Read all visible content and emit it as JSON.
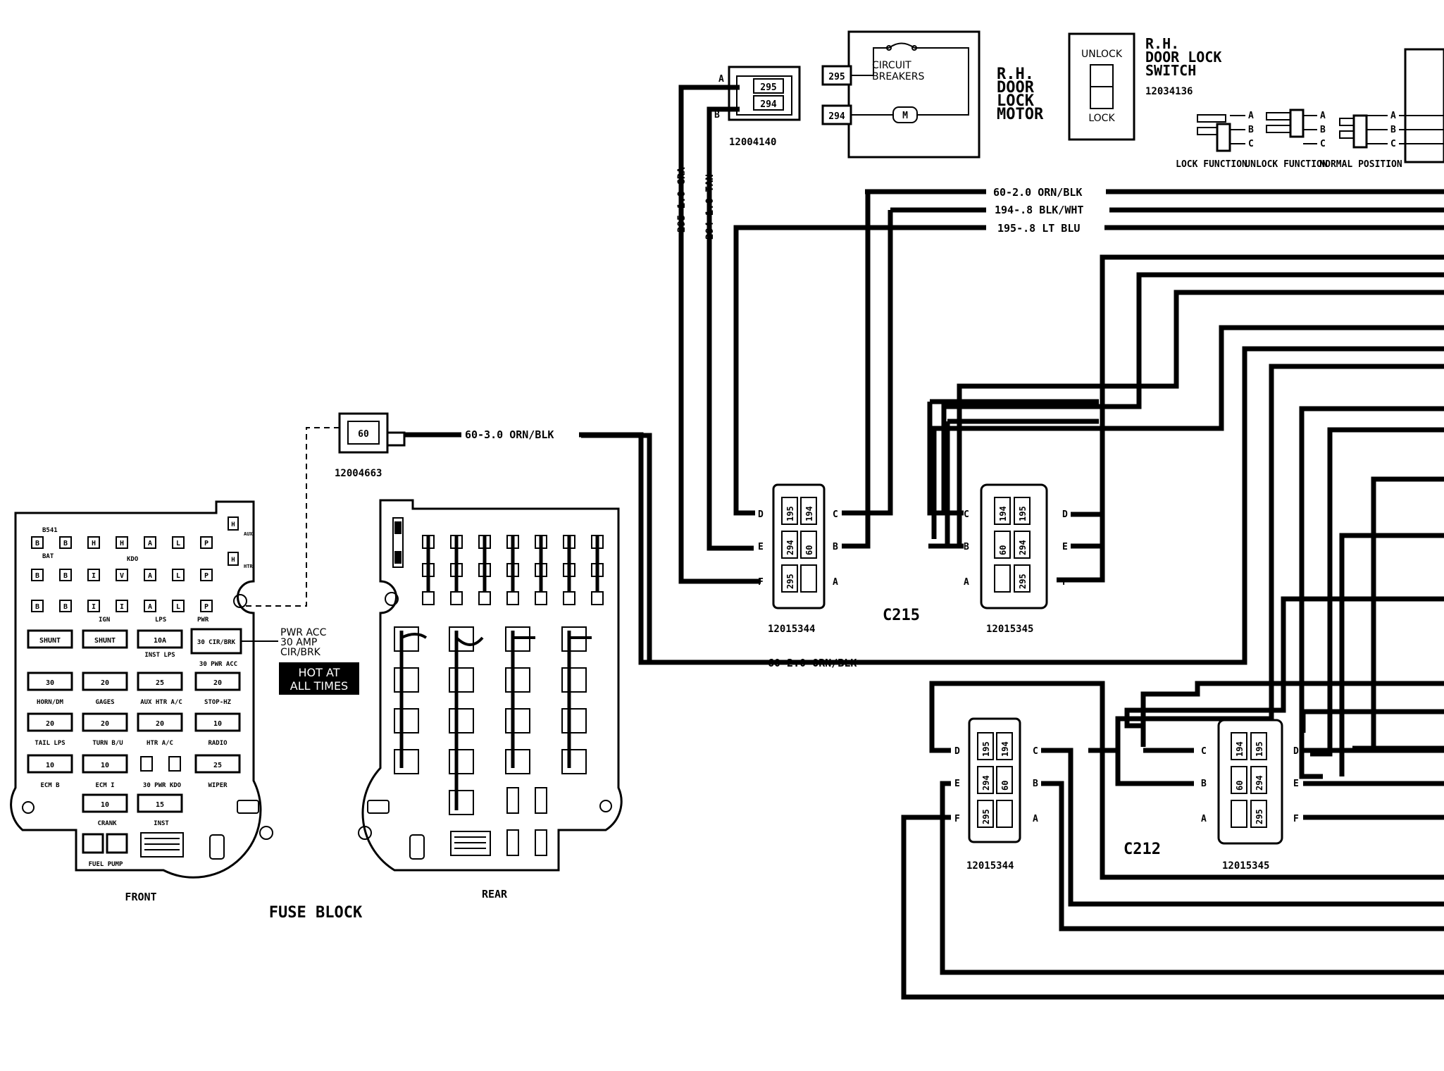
{
  "components": {
    "motor_connector": {
      "part": "12004140",
      "pin_a": "A",
      "pin_b": "B",
      "cav1": "295",
      "cav2": "294"
    },
    "motor": {
      "title_lines": [
        "R.H.",
        "DOOR",
        "LOCK",
        "MOTOR"
      ],
      "breaker_label_1": "CIRCUIT",
      "breaker_label_2": "BREAKERS",
      "terminal_top": "295",
      "terminal_bottom": "294",
      "motor_symbol": "M"
    },
    "switch": {
      "title_lines": [
        "R.H.",
        "DOOR LOCK",
        "SWITCH"
      ],
      "part": "12034136",
      "unlock": "UNLOCK",
      "lock": "LOCK",
      "functions": [
        "LOCK FUNCTION",
        "UNLOCK FUNCTION",
        "NORMAL POSITION"
      ],
      "pins": [
        "A",
        "B",
        "C"
      ]
    },
    "fuse_connector": {
      "part": "12004663",
      "cavity": "60"
    },
    "c215": {
      "name": "C215",
      "left_part": "12015344",
      "right_part": "12015345"
    },
    "c212": {
      "name": "C212",
      "left_part": "12015344",
      "right_part": "12015345"
    },
    "pins": {
      "a": "A",
      "b": "B",
      "c": "C",
      "d": "D",
      "e": "E",
      "f": "F"
    },
    "cavities": {
      "c60": "60",
      "c194": "194",
      "c195": "195",
      "c294": "294",
      "c295": "295"
    }
  },
  "wires": {
    "w295": "295-1.0 GRA",
    "w294": "294-1.0 TAN",
    "w60_top": "60-2.0 ORN/BLK",
    "w194": "194-.8 BLK/WHT",
    "w195": "195-.8 LT BLU",
    "w60_fuse": "60-3.0 ORN/BLK",
    "w60_mid": "60-2.0 ORN/BLK"
  },
  "fuse_block": {
    "title": "FUSE BLOCK",
    "front": "FRONT",
    "rear": "REAR",
    "side_labels": [
      "H",
      "AUX",
      "H",
      "HTR"
    ],
    "top_labels": [
      "B541",
      "BAT",
      "KDO",
      "IGN",
      "LPS",
      "PWR"
    ],
    "relay_row1": [
      "B",
      "B",
      "H",
      "H",
      "A",
      "L",
      "P"
    ],
    "relay_row2": [
      "B",
      "B",
      "I",
      "V",
      "A",
      "L",
      "P"
    ],
    "relay_row3": [
      "B",
      "B",
      "I",
      "I",
      "A",
      "L",
      "P"
    ],
    "fuses_row1": [
      "SHUNT",
      "SHUNT",
      "10A",
      "30 CIR/BRK"
    ],
    "fuses_row1_labels": [
      "",
      "",
      "INST LPS",
      "30 PWR ACC"
    ],
    "fuses_row2": [
      "30",
      "20",
      "25",
      "20"
    ],
    "fuses_row2_labels": [
      "HORN/DM",
      "GAGES",
      "AUX HTR A/C",
      "STOP-HZ"
    ],
    "fuses_row3": [
      "20",
      "20",
      "20",
      "10"
    ],
    "fuses_row3_labels": [
      "TAIL LPS",
      "TURN B/U",
      "HTR A/C",
      "RADIO"
    ],
    "fuses_row4": [
      "10",
      "10",
      "25"
    ],
    "fuses_row4_labels": [
      "ECM B",
      "ECM I",
      "30 PWR KDO",
      "WIPER"
    ],
    "fuses_row5": [
      "10",
      "15"
    ],
    "fuses_row5_labels": [
      "CRANK",
      "INST"
    ],
    "fuel_pump": "FUEL PUMP",
    "callout_1": "PWR ACC",
    "callout_2": "30 AMP",
    "callout_3": "CIR/BRK",
    "hot_1": "HOT AT",
    "hot_2": "ALL TIMES"
  }
}
